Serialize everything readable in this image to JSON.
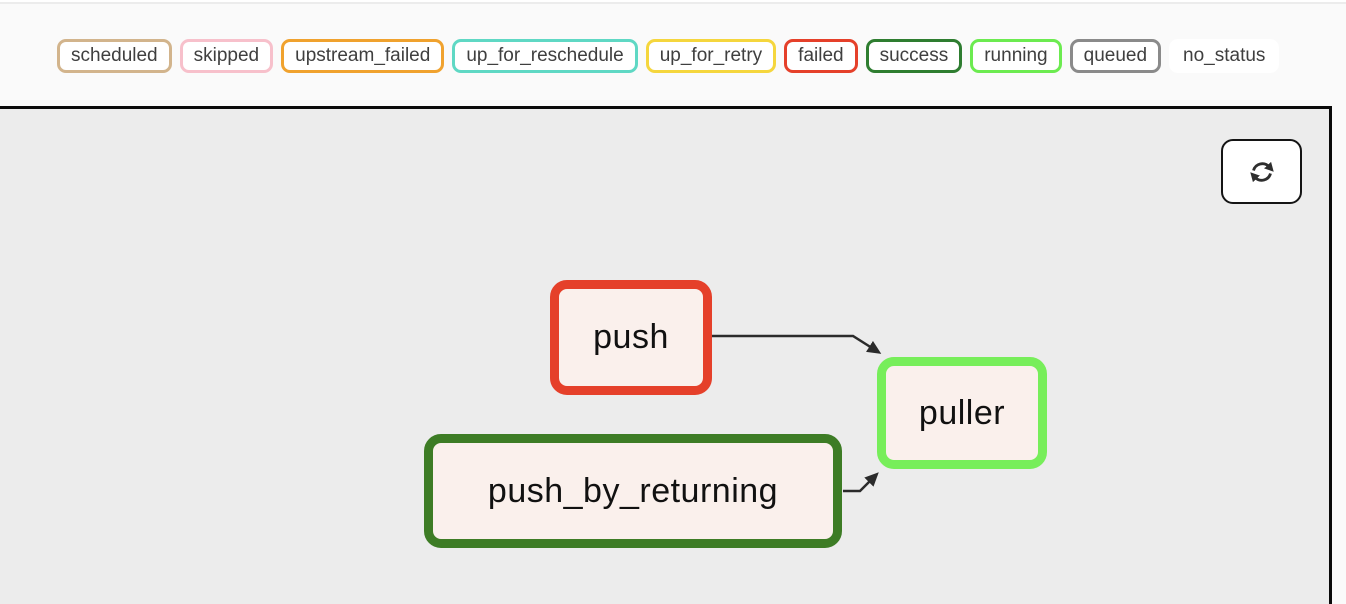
{
  "colors": {
    "legend_bg": "#fafafa",
    "badge_bg": "#ffffff",
    "badge_text": "#3f3f3f",
    "panel_bg": "#ececec",
    "panel_border": "#0a0a0a",
    "node_fill": "#faf0ec",
    "node_text": "#111111",
    "edge": "#2b2b2b"
  },
  "legend": {
    "items": [
      {
        "label": "scheduled",
        "color": "#d2b48c"
      },
      {
        "label": "skipped",
        "color": "#f7c0cb"
      },
      {
        "label": "upstream_failed",
        "color": "#f0a22e"
      },
      {
        "label": "up_for_reschedule",
        "color": "#5fd8c4"
      },
      {
        "label": "up_for_retry",
        "color": "#f5d63d"
      },
      {
        "label": "failed",
        "color": "#e5402a"
      },
      {
        "label": "success",
        "color": "#2e7d30"
      },
      {
        "label": "running",
        "color": "#6ceb50"
      },
      {
        "label": "queued",
        "color": "#8a8a8a"
      },
      {
        "label": "no_status",
        "color": "#ffffff"
      }
    ]
  },
  "graph": {
    "nodes": [
      {
        "id": "push",
        "label": "push",
        "state": "failed",
        "border_color": "#e5402a"
      },
      {
        "id": "puller",
        "label": "puller",
        "state": "running",
        "border_color": "#77ee5a"
      },
      {
        "id": "push_by_returning",
        "label": "push_by_returning",
        "state": "success",
        "border_color": "#3d7c25"
      }
    ],
    "edges": [
      {
        "from": "push",
        "to": "puller"
      },
      {
        "from": "push_by_returning",
        "to": "puller"
      }
    ]
  },
  "toolbar": {
    "refresh_icon": "refresh"
  }
}
